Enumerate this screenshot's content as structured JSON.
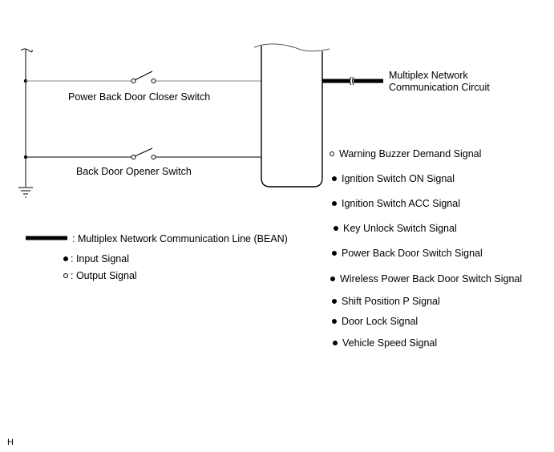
{
  "switches": [
    {
      "label": "Power Back Door Closer Switch"
    },
    {
      "label": "Back Door Opener Switch"
    }
  ],
  "network": {
    "label_line1": "Multiplex Network",
    "label_line2": "Communication Circuit"
  },
  "signals": [
    {
      "type": "output",
      "label": "Warning Buzzer Demand Signal"
    },
    {
      "type": "input",
      "label": "Ignition Switch ON Signal"
    },
    {
      "type": "input",
      "label": "Ignition Switch ACC Signal"
    },
    {
      "type": "input",
      "label": "Key Unlock Switch Signal"
    },
    {
      "type": "input",
      "label": "Power Back Door Switch Signal"
    },
    {
      "type": "input",
      "label": "Wireless Power Back Door Switch Signal"
    },
    {
      "type": "input",
      "label": "Shift Position P Signal"
    },
    {
      "type": "input",
      "label": "Door Lock Signal"
    },
    {
      "type": "input",
      "label": "Vehicle Speed Signal"
    }
  ],
  "legend": {
    "bean_line": ": Multiplex Network Communication Line (BEAN)",
    "input_signal": ": Input Signal",
    "output_signal": ": Output Signal"
  },
  "corner_mark": "H"
}
